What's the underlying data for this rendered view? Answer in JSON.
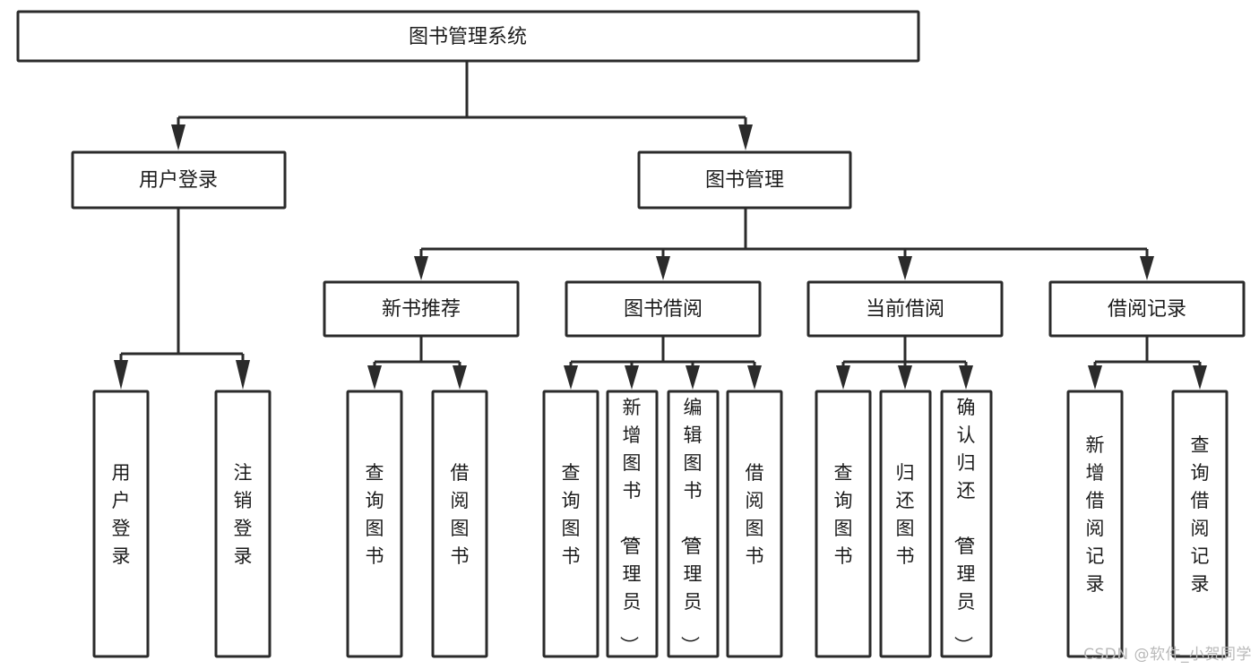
{
  "diagram": {
    "title": "图书管理系统",
    "type": "tree",
    "orientation": "top-down",
    "colors": {
      "box_stroke": "#2b2b2b",
      "box_fill": "#ffffff",
      "connector": "#2b2b2b",
      "text": "#1c1c1c",
      "background": "#ffffff",
      "watermark": "#b9b9b9"
    },
    "nodes": {
      "root": {
        "label": "图书管理系统",
        "level": 0,
        "orientation": "horizontal"
      },
      "l1": [
        {
          "id": "user-login",
          "label": "用户登录",
          "orientation": "horizontal"
        },
        {
          "id": "book-manage",
          "label": "图书管理",
          "orientation": "horizontal"
        }
      ],
      "l2": [
        {
          "id": "new-book-recommend",
          "label": "新书推荐",
          "orientation": "horizontal",
          "parent": "book-manage"
        },
        {
          "id": "book-borrow",
          "label": "图书借阅",
          "orientation": "horizontal",
          "parent": "book-manage"
        },
        {
          "id": "current-borrow",
          "label": "当前借阅",
          "orientation": "horizontal",
          "parent": "book-manage"
        },
        {
          "id": "borrow-record",
          "label": "借阅记录",
          "orientation": "horizontal",
          "parent": "book-manage"
        }
      ],
      "leaves": [
        {
          "id": "leaf-user-login",
          "label": "用户登录",
          "parent": "user-login",
          "orientation": "vertical"
        },
        {
          "id": "leaf-logout-login",
          "label": "注销登录",
          "parent": "user-login",
          "orientation": "vertical"
        },
        {
          "id": "leaf-query-book-1",
          "label": "查询图书",
          "parent": "new-book-recommend",
          "orientation": "vertical"
        },
        {
          "id": "leaf-borrow-book-1",
          "label": "借阅图书",
          "parent": "new-book-recommend",
          "orientation": "vertical"
        },
        {
          "id": "leaf-query-book-2",
          "label": "查询图书",
          "parent": "book-borrow",
          "orientation": "vertical"
        },
        {
          "id": "leaf-add-book",
          "label": "新增图书（管理员）",
          "parent": "book-borrow",
          "orientation": "vertical"
        },
        {
          "id": "leaf-edit-book",
          "label": "编辑图书（管理员）",
          "parent": "book-borrow",
          "orientation": "vertical"
        },
        {
          "id": "leaf-borrow-book-2",
          "label": "借阅图书",
          "parent": "book-borrow",
          "orientation": "vertical"
        },
        {
          "id": "leaf-query-book-3",
          "label": "查询图书",
          "parent": "current-borrow",
          "orientation": "vertical"
        },
        {
          "id": "leaf-return-book",
          "label": "归还图书",
          "parent": "current-borrow",
          "orientation": "vertical"
        },
        {
          "id": "leaf-confirm-return",
          "label": "确认归还（管理员）",
          "parent": "current-borrow",
          "orientation": "vertical"
        },
        {
          "id": "leaf-add-record",
          "label": "新增借阅记录",
          "parent": "borrow-record",
          "orientation": "vertical"
        },
        {
          "id": "leaf-query-record",
          "label": "查询借阅记录",
          "parent": "borrow-record",
          "orientation": "vertical"
        }
      ]
    }
  },
  "watermark": {
    "text": "CSDN @软件_小贺同学"
  }
}
